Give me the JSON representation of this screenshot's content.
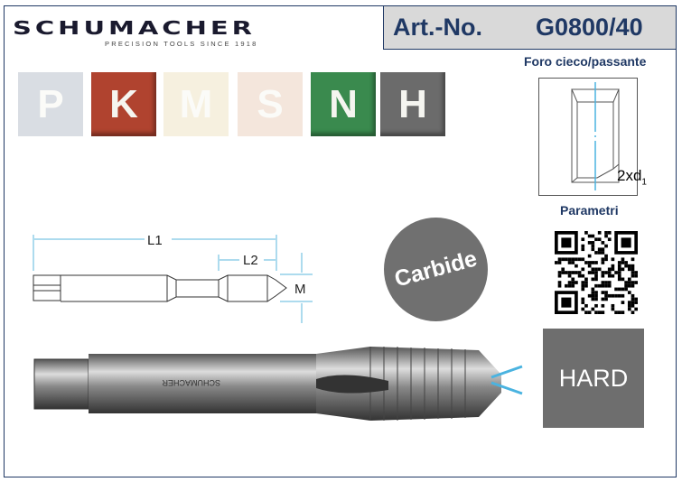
{
  "logo": {
    "name": "SCHUMACHER",
    "tagline": "PRECISION TOOLS SINCE 1918"
  },
  "header": {
    "art_label": "Art.-No.",
    "art_value": "G0800/40"
  },
  "materials": [
    {
      "letter": "P",
      "color": "#d9dde3",
      "active": false
    },
    {
      "letter": "K",
      "color": "#b0432f",
      "active": true
    },
    {
      "letter": "M",
      "color": "#f6f0df",
      "active": false
    },
    {
      "letter": "S",
      "color": "#f4e6dc",
      "active": false
    },
    {
      "letter": "N",
      "color": "#3a8a4e",
      "active": true
    },
    {
      "letter": "H",
      "color": "#6b6b6b",
      "active": true
    }
  ],
  "hole_type": {
    "title": "Foro cieco/passante",
    "depth_label": "2xd",
    "depth_sub": "1"
  },
  "parameters_label": "Parametri",
  "dimensions": {
    "l1": "L1",
    "l2": "L2",
    "m": "M"
  },
  "badge": "Carbide",
  "hardness": "HARD",
  "shank_text": "SCHUMACHER"
}
